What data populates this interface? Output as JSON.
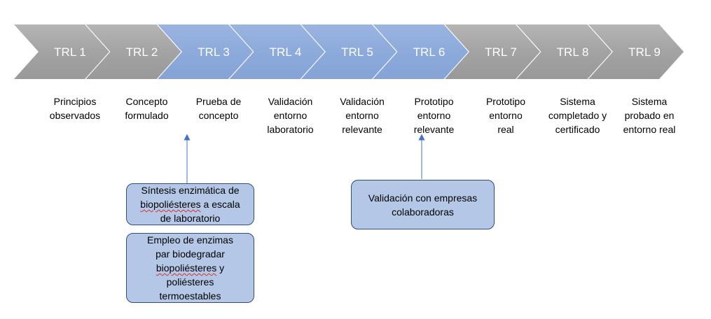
{
  "stages": [
    {
      "code": "TRL 1",
      "label": "Principios\nobservados",
      "highlight": false
    },
    {
      "code": "TRL 2",
      "label": "Concepto\nformulado",
      "highlight": false
    },
    {
      "code": "TRL 3",
      "label": "Prueba de\nconcepto",
      "highlight": true
    },
    {
      "code": "TRL 4",
      "label": "Validación\nentorno\nlaboratorio",
      "highlight": true
    },
    {
      "code": "TRL 5",
      "label": "Validación\nentorno\nrelevante",
      "highlight": true
    },
    {
      "code": "TRL 6",
      "label": "Prototipo\nentorno\nrelevante",
      "highlight": true
    },
    {
      "code": "TRL 7",
      "label": "Prototipo\nentorno\nreal",
      "highlight": false
    },
    {
      "code": "TRL 8",
      "label": "Sistema\ncompletado y\ncertificado",
      "highlight": false
    },
    {
      "code": "TRL 9",
      "label": "Sistema\nprobado en\nentorno real",
      "highlight": false
    }
  ],
  "notes": {
    "synthesis": {
      "line1": "Síntesis enzimática de",
      "line2a": "biopoliésteres",
      "line2b": " a escala",
      "line3": "de laboratorio"
    },
    "degradation": {
      "line1": "Empleo de enzimas",
      "line2": "par biodegradar",
      "line3a": "biopoliésteres",
      "line3b": " y",
      "line4": "poliésteres",
      "line5": "termoestables"
    },
    "validation": {
      "line1": "Validación con empresas",
      "line2": "colaboradoras"
    }
  },
  "colors": {
    "gray_chevron": "#a6a6a6",
    "blue_chevron": "#8faadc",
    "note_fill": "#b4c7e7",
    "note_border": "#2f4e7e",
    "arrow": "#4472c4"
  }
}
